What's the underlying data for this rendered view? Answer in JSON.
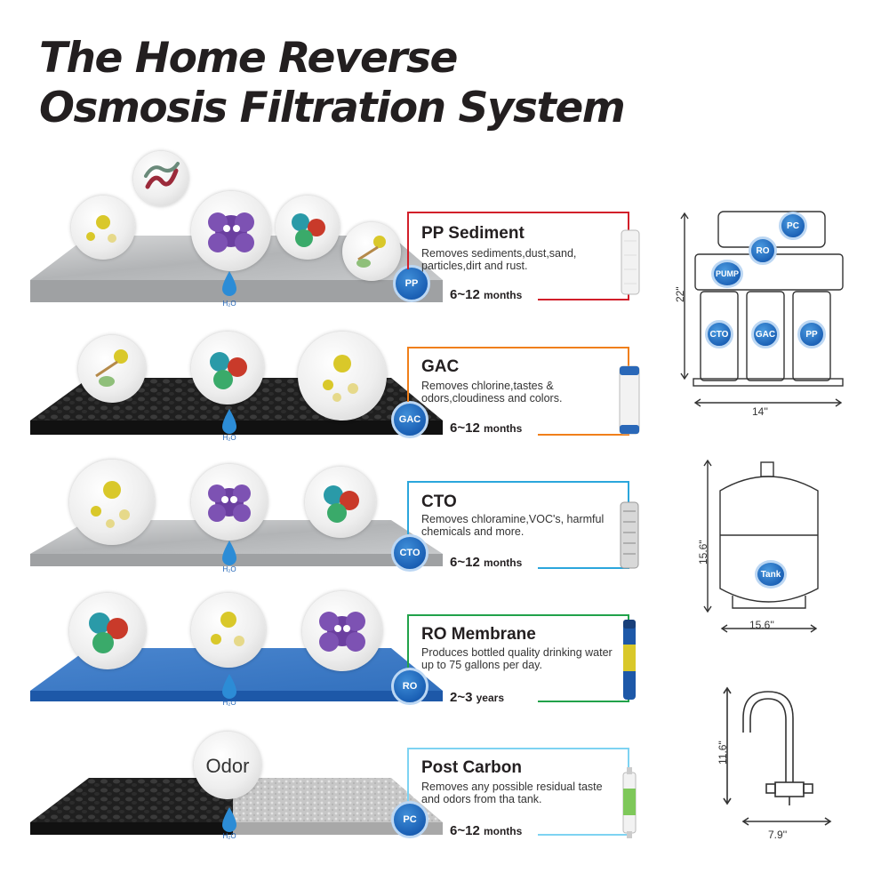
{
  "title": {
    "line1": "The Home Reverse",
    "line2": "Osmosis Filtration System"
  },
  "colors": {
    "pp": "#d21f2a",
    "gac": "#f07f1a",
    "cto": "#2ba6dc",
    "ro": "#21a24a",
    "pc": "#7ed3f2",
    "badge": "#1a5fb4",
    "water_drop": "#2c8cd6"
  },
  "drop_label": "H₂O",
  "odor_label": "Odor",
  "stages": [
    {
      "badge": "PP",
      "name": "PP Sediment",
      "description": "Removes sediments,dust,sand, particles,dirt and rust.",
      "life_value": "6~12",
      "life_unit": "months"
    },
    {
      "badge": "GAC",
      "name": "GAC",
      "description": "Removes chlorine,tastes & odors,cloudiness and colors.",
      "life_value": "6~12",
      "life_unit": "months"
    },
    {
      "badge": "CTO",
      "name": "CTO",
      "description": "Removes chloramine,VOC's, harmful chemicals and more.",
      "life_value": "6~12",
      "life_unit": "months"
    },
    {
      "badge": "RO",
      "name": "RO Membrane",
      "description": "Produces bottled quality drinking water up to 75 gallons per day.",
      "life_value": "2~3",
      "life_unit": "years"
    },
    {
      "badge": "PC",
      "name": "Post Carbon",
      "description": "Removes any possible residual taste and odors from tha tank.",
      "life_value": "6~12",
      "life_unit": "months"
    }
  ],
  "unit_diagram": {
    "badges": [
      "PC",
      "RO",
      "PUMP",
      "CTO",
      "GAC",
      "PP"
    ],
    "height_label": "22\"",
    "width_label": "14''"
  },
  "tank_diagram": {
    "badge": "Tank",
    "height_label": "15.6\"",
    "width_label": "15.6''"
  },
  "faucet_diagram": {
    "height_label": "11.6\"",
    "width_label": "7.9''"
  }
}
